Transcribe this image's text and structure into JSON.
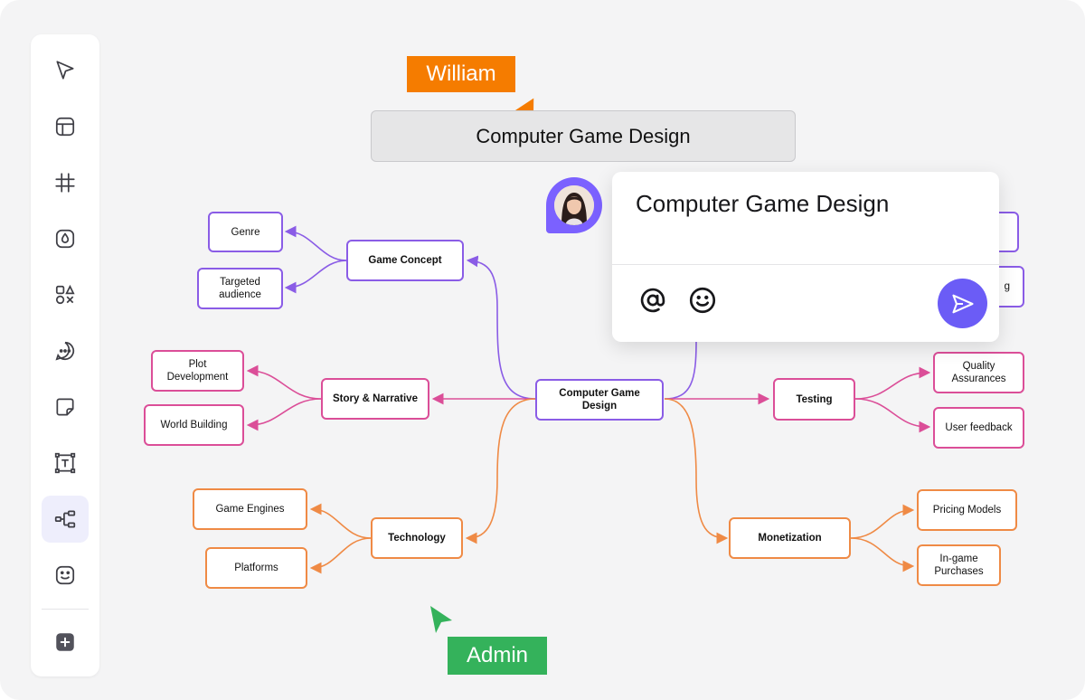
{
  "collaborators": {
    "william": "William",
    "admin": "Admin"
  },
  "board_title": "Computer Game Design",
  "comment": {
    "text": "Computer Game Design",
    "mention_icon": "at-icon",
    "emoji_icon": "smiley-icon",
    "send_icon": "send-icon"
  },
  "toolbar": {
    "tools": [
      "pointer-icon",
      "layout-icon",
      "grid-icon",
      "color-drop-icon",
      "shapes-icon",
      "comment-icon",
      "sticky-note-icon",
      "text-icon",
      "mindmap-icon",
      "sticker-icon",
      "add-icon"
    ],
    "active_tool": "mindmap-icon"
  },
  "mindmap": {
    "root": "Computer Game\nDesign",
    "game_concept": "Game Concept",
    "genre": "Genre",
    "targeted_audience": "Targeted\naudience",
    "story_narrative": "Story & Narrative",
    "plot_development": "Plot\nDevelopment",
    "world_building": "World Building",
    "technology": "Technology",
    "game_engines": "Game Engines",
    "platforms": "Platforms",
    "testing": "Testing",
    "quality_assurances": "Quality\nAssurances",
    "user_feedback": "User feedback",
    "monetization": "Monetization",
    "pricing_models": "Pricing Models",
    "in_game_purchases": "In-game\nPurchases",
    "hidden_partial": "g"
  },
  "colors": {
    "purple": "#8a5ce6",
    "pink": "#db4e98",
    "orange": "#ef8a45",
    "accent": "#6b5cf6",
    "william": "#f57c00",
    "admin": "#34b25b"
  }
}
